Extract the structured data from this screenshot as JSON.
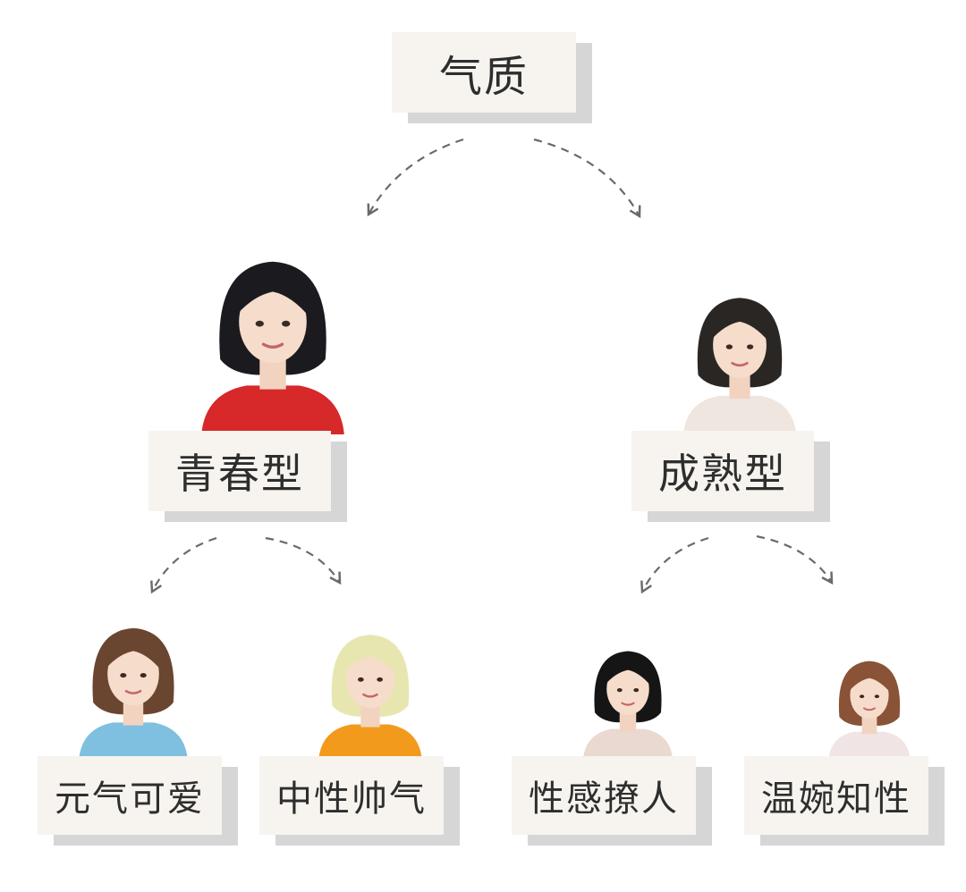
{
  "colors": {
    "label_bg": "#f7f4ef",
    "label_shadow": "#d6d6d6",
    "label_text": "#2e2e2e",
    "arrow": "#6a6a6a"
  },
  "root": {
    "label": "气质"
  },
  "branches": [
    {
      "label": "青春型",
      "children": [
        {
          "label": "元气可爱"
        },
        {
          "label": "中性帅气"
        }
      ]
    },
    {
      "label": "成熟型",
      "children": [
        {
          "label": "性感撩人"
        },
        {
          "label": "温婉知性"
        }
      ]
    }
  ],
  "portraits": [
    {
      "name": "youthful-portrait",
      "hair": "#1b1b1f",
      "top": "#d7282a"
    },
    {
      "name": "mature-portrait",
      "hair": "#2a2624",
      "top": "#efe6df"
    },
    {
      "name": "cute-portrait",
      "hair": "#6a4530",
      "top": "#7fbfe0"
    },
    {
      "name": "boyish-portrait",
      "hair": "#e8e6b0",
      "top": "#f29a1c"
    },
    {
      "name": "sexy-portrait",
      "hair": "#151515",
      "top": "#e9d9d0"
    },
    {
      "name": "gentle-portrait",
      "hair": "#8a5236",
      "top": "#f0e4e4"
    }
  ]
}
